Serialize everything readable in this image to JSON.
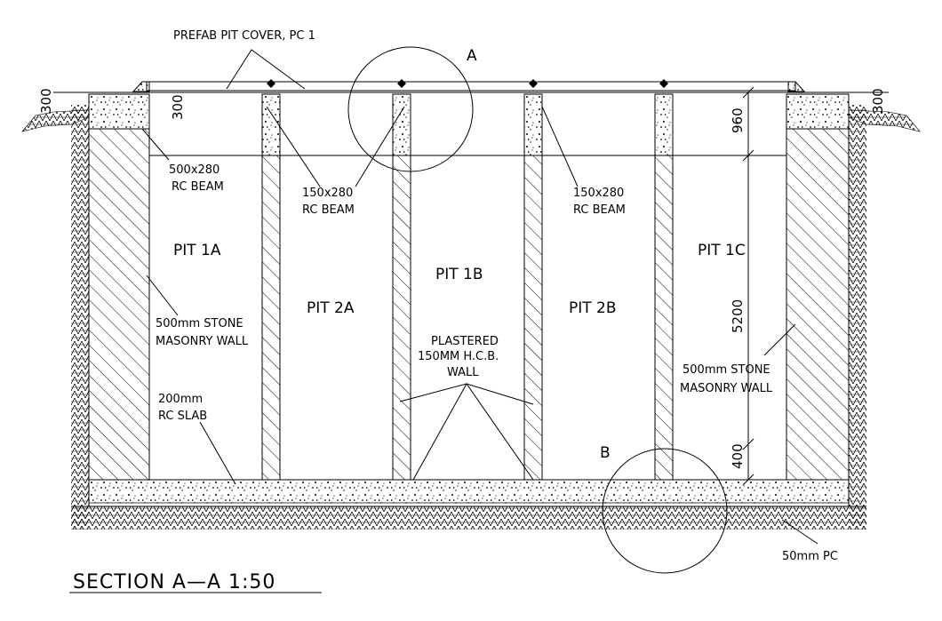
{
  "drawing": {
    "title": "SECTION A—A   1:50",
    "callouts": {
      "a": "A",
      "b": "B"
    },
    "pits": {
      "p1a": "PIT  1A",
      "p2a": "PIT  2A",
      "p1b": "PIT  1B",
      "p2b": "PIT  2B",
      "p1c": "PIT  1C"
    },
    "labels": {
      "cover": "PREFAB PIT COVER, PC 1",
      "beam_large_1": "500x280",
      "beam_large_2": "RC BEAM",
      "beam_small_left_1": "150x280",
      "beam_small_left_2": "RC BEAM",
      "beam_small_right_1": "150x280",
      "beam_small_right_2": "RC BEAM",
      "wall_left_1": "500mm  STONE",
      "wall_left_2": "MASONRY WALL",
      "wall_right_1": "500mm  STONE",
      "wall_right_2": "MASONRY  WALL",
      "slab_1": "200mm",
      "slab_2": "RC  SLAB",
      "hcb_1": "PLASTERED",
      "hcb_2": "150MM  H.C.B.",
      "hcb_3": "WALL",
      "pc": "50mm  PC"
    },
    "dimensions": {
      "ground_left": "300",
      "ground_right": "300",
      "beam_depth": "300",
      "top": "960",
      "mid": "5200",
      "bottom": "400"
    }
  }
}
